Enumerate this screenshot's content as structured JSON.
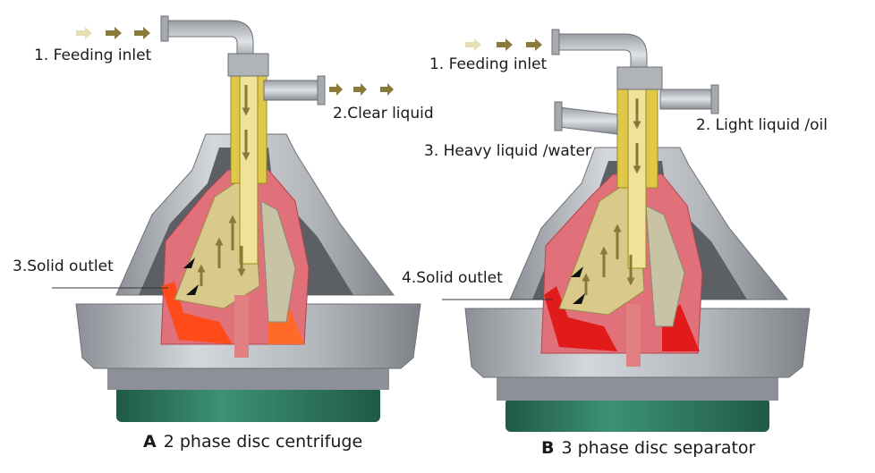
{
  "diagram_a": {
    "labels": {
      "feeding_inlet": "1. Feeding inlet",
      "clear_liquid": "2.Clear liquid",
      "solid_outlet": "3.Solid outlet"
    },
    "caption_letter": "A",
    "caption_text": "2 phase disc centrifuge"
  },
  "diagram_b": {
    "labels": {
      "feeding_inlet": "1. Feeding inlet",
      "light_liquid": "2. Light liquid /oil",
      "heavy_liquid": "3. Heavy liquid /water",
      "solid_outlet": "4.Solid outlet"
    },
    "caption_letter": "B",
    "caption_text": "3 phase disc separator"
  },
  "colors": {
    "metal": "#b9bcc0",
    "metal_dark": "#7d8187",
    "base_green": "#2f7d62",
    "bowl_red": "#e0707a",
    "solids_orange": "#ff4a1a",
    "disc_yellow": "#d9c98a",
    "arrow_brown": "#8a7a3a"
  }
}
